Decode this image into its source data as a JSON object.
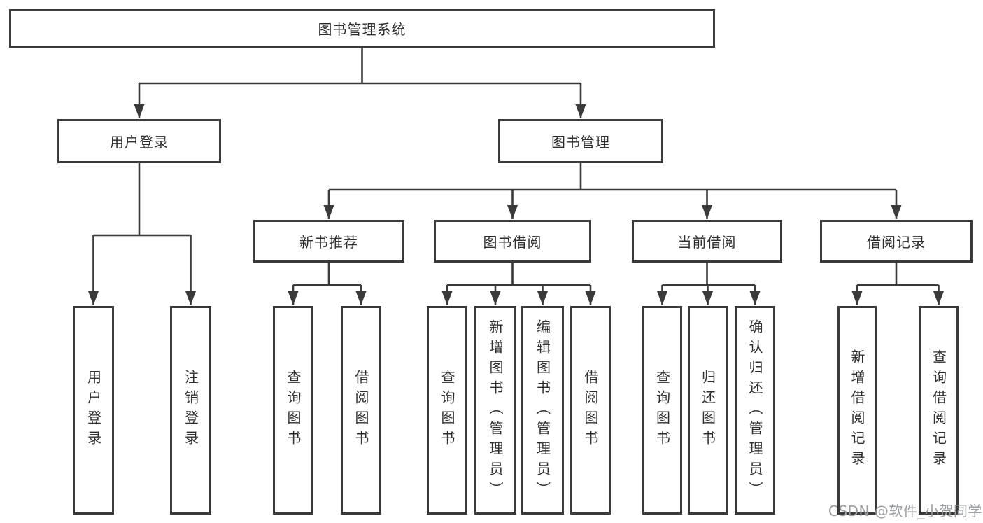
{
  "diagram": {
    "title": "图书管理系统",
    "nodes": {
      "root": {
        "label": "图书管理系统"
      },
      "level2": [
        {
          "id": "user-login",
          "label": "用户登录"
        },
        {
          "id": "book-management",
          "label": "图书管理"
        }
      ],
      "level3": [
        {
          "id": "new-book-recommend",
          "label": "新书推荐"
        },
        {
          "id": "book-borrow",
          "label": "图书借阅"
        },
        {
          "id": "current-borrow",
          "label": "当前借阅"
        },
        {
          "id": "borrow-records",
          "label": "借阅记录"
        }
      ],
      "leaves": [
        {
          "parent": "user-login",
          "label": "用户登录"
        },
        {
          "parent": "user-login",
          "label": "注销登录"
        },
        {
          "parent": "new-book-recommend",
          "label": "查询图书"
        },
        {
          "parent": "new-book-recommend",
          "label": "借阅图书"
        },
        {
          "parent": "book-borrow",
          "label": "查询图书"
        },
        {
          "parent": "book-borrow",
          "label": "新增图书（管理员）"
        },
        {
          "parent": "book-borrow",
          "label": "编辑图书（管理员）"
        },
        {
          "parent": "book-borrow",
          "label": "借阅图书"
        },
        {
          "parent": "current-borrow",
          "label": "查询图书"
        },
        {
          "parent": "current-borrow",
          "label": "归还图书"
        },
        {
          "parent": "current-borrow",
          "label": "确认归还（管理员）"
        },
        {
          "parent": "borrow-records",
          "label": "新增借阅记录"
        },
        {
          "parent": "borrow-records",
          "label": "查询借阅记录"
        }
      ],
      "edges": [
        [
          "root",
          "user-login"
        ],
        [
          "root",
          "book-management"
        ],
        [
          "book-management",
          "new-book-recommend"
        ],
        [
          "book-management",
          "book-borrow"
        ],
        [
          "book-management",
          "current-borrow"
        ],
        [
          "book-management",
          "borrow-records"
        ]
      ]
    },
    "colors": {
      "line": "#3a3a3a",
      "text": "#2f2f2f",
      "background": "#ffffff",
      "watermark": "#9b9ea1"
    },
    "watermark": "CSDN @软件_小贺同学"
  }
}
